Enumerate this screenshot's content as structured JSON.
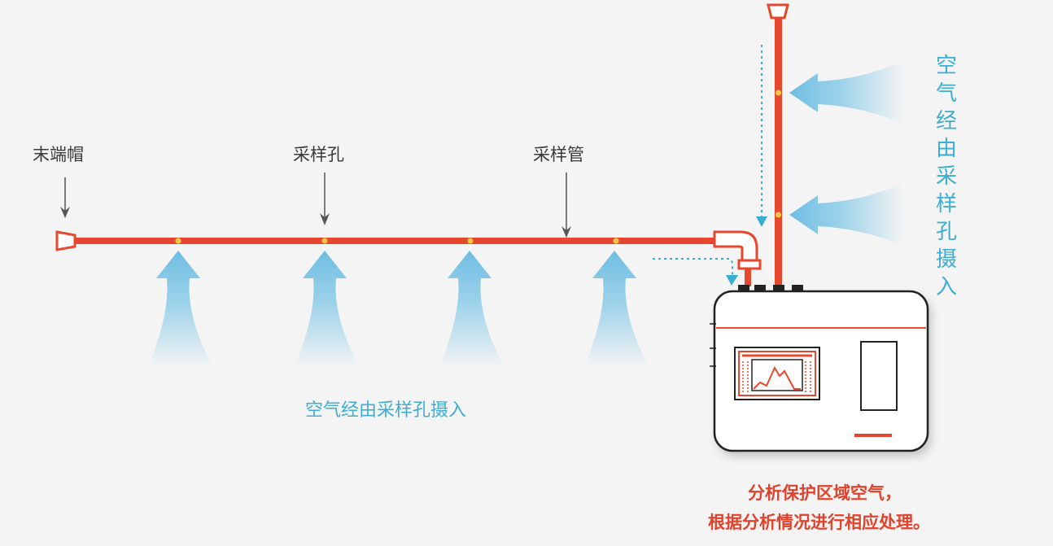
{
  "labels": {
    "end_cap": "末端帽",
    "sampling_hole": "采样孔",
    "sampling_pipe": "采样管",
    "air_intake_horizontal": "空气经由采样孔摄入",
    "air_intake_vertical": "空气经由采样孔摄入",
    "analysis_line1": "分析保护区域空气，",
    "analysis_line2": "根据分析情况进行相应处理。"
  },
  "colors": {
    "pipe": "#e8472f",
    "hole": "#f5c842",
    "airflow": "#7fc6e6",
    "text_blue": "#3aaed3",
    "text_red": "#e0422c",
    "text_dark": "#3a3a3a"
  },
  "icons": {
    "arrows": "down-arrow-icon",
    "airflow": "airflow-arrow-icon",
    "detector": "detector-unit-icon"
  }
}
